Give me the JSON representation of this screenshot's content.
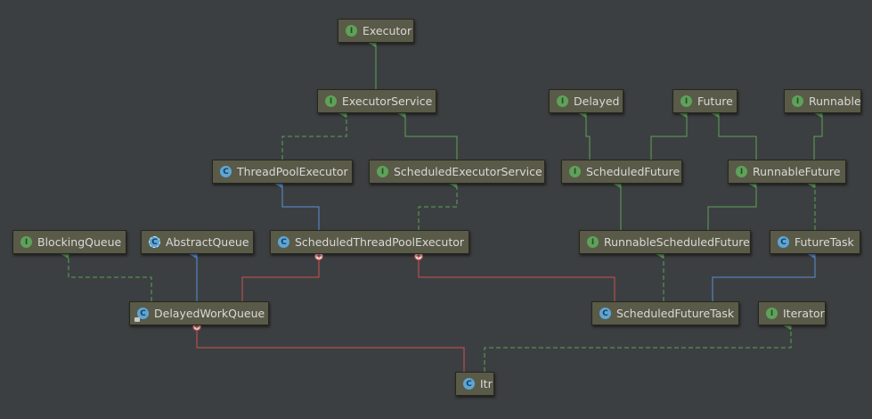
{
  "colors": {
    "background": "#3c3f41",
    "node_fill": "#5a5a48",
    "interface_badge": "#5ea25a",
    "class_badge": "#5da6d6",
    "implements_edge": "#5ea25a",
    "extends_edge": "#5a8fd6",
    "inner_edge": "#d05050"
  },
  "nodes": [
    {
      "id": "executor",
      "label": "Executor",
      "kind": "interface",
      "badge": "I"
    },
    {
      "id": "executorservice",
      "label": "ExecutorService",
      "kind": "interface",
      "badge": "I"
    },
    {
      "id": "delayed",
      "label": "Delayed",
      "kind": "interface",
      "badge": "I"
    },
    {
      "id": "future",
      "label": "Future",
      "kind": "interface",
      "badge": "I"
    },
    {
      "id": "runnable",
      "label": "Runnable",
      "kind": "interface",
      "badge": "I"
    },
    {
      "id": "threadpoolexecutor",
      "label": "ThreadPoolExecutor",
      "kind": "class",
      "badge": "C"
    },
    {
      "id": "scheduledexecutorservice",
      "label": "ScheduledExecutorService",
      "kind": "interface",
      "badge": "I"
    },
    {
      "id": "scheduledfuture",
      "label": "ScheduledFuture",
      "kind": "interface",
      "badge": "I"
    },
    {
      "id": "runnablefuture",
      "label": "RunnableFuture",
      "kind": "interface",
      "badge": "I"
    },
    {
      "id": "blockingqueue",
      "label": "BlockingQueue",
      "kind": "interface",
      "badge": "I"
    },
    {
      "id": "abstractqueue",
      "label": "AbstractQueue",
      "kind": "abstract",
      "badge": "C"
    },
    {
      "id": "scheduledthreadpoolexecutor",
      "label": "ScheduledThreadPoolExecutor",
      "kind": "class",
      "badge": "C"
    },
    {
      "id": "runnablescheduledfuture",
      "label": "RunnableScheduledFuture",
      "kind": "interface",
      "badge": "I"
    },
    {
      "id": "futuretask",
      "label": "FutureTask",
      "kind": "class",
      "badge": "C"
    },
    {
      "id": "delayedworkqueue",
      "label": "DelayedWorkQueue",
      "kind": "class",
      "badge": "C"
    },
    {
      "id": "scheduledfuturetask",
      "label": "ScheduledFutureTask",
      "kind": "class",
      "badge": "C"
    },
    {
      "id": "iterator",
      "label": "Iterator",
      "kind": "interface",
      "badge": "I"
    },
    {
      "id": "itr",
      "label": "Itr",
      "kind": "class",
      "badge": "C"
    }
  ],
  "edges": [
    {
      "from": "executorservice",
      "to": "executor",
      "type": "extends-interface"
    },
    {
      "from": "threadpoolexecutor",
      "to": "executorservice",
      "type": "implements"
    },
    {
      "from": "scheduledexecutorservice",
      "to": "executorservice",
      "type": "extends-interface"
    },
    {
      "from": "scheduledfuture",
      "to": "delayed",
      "type": "extends-interface"
    },
    {
      "from": "scheduledfuture",
      "to": "future",
      "type": "extends-interface"
    },
    {
      "from": "runnablefuture",
      "to": "future",
      "type": "extends-interface"
    },
    {
      "from": "runnablefuture",
      "to": "runnable",
      "type": "extends-interface"
    },
    {
      "from": "scheduledthreadpoolexecutor",
      "to": "threadpoolexecutor",
      "type": "extends"
    },
    {
      "from": "scheduledthreadpoolexecutor",
      "to": "scheduledexecutorservice",
      "type": "implements"
    },
    {
      "from": "runnablescheduledfuture",
      "to": "scheduledfuture",
      "type": "extends-interface"
    },
    {
      "from": "runnablescheduledfuture",
      "to": "runnablefuture",
      "type": "extends-interface"
    },
    {
      "from": "futuretask",
      "to": "runnablefuture",
      "type": "implements"
    },
    {
      "from": "delayedworkqueue",
      "to": "blockingqueue",
      "type": "implements"
    },
    {
      "from": "delayedworkqueue",
      "to": "abstractqueue",
      "type": "extends"
    },
    {
      "from": "delayedworkqueue",
      "to": "scheduledthreadpoolexecutor",
      "type": "inner"
    },
    {
      "from": "scheduledfuturetask",
      "to": "scheduledthreadpoolexecutor",
      "type": "inner"
    },
    {
      "from": "scheduledfuturetask",
      "to": "runnablescheduledfuture",
      "type": "implements"
    },
    {
      "from": "scheduledfuturetask",
      "to": "futuretask",
      "type": "extends"
    },
    {
      "from": "itr",
      "to": "delayedworkqueue",
      "type": "inner"
    },
    {
      "from": "itr",
      "to": "iterator",
      "type": "implements"
    }
  ]
}
